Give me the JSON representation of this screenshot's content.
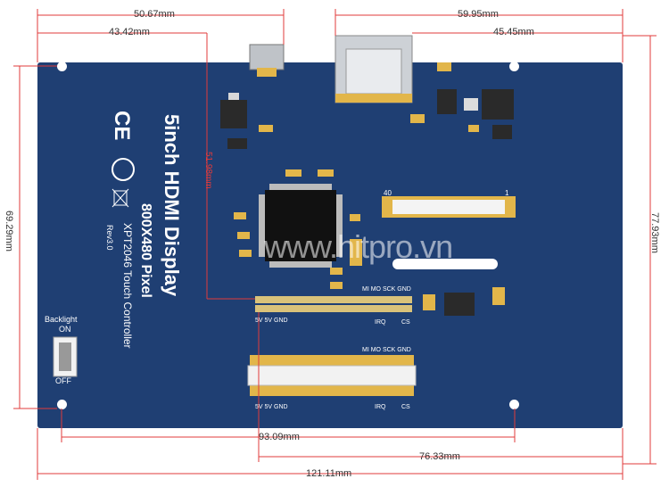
{
  "dimensions": {
    "top_50_67": "50.67mm",
    "top_43_42": "43.42mm",
    "top_59_95": "59.95mm",
    "top_45_45": "45.45mm",
    "left_69_29": "69.29mm",
    "right_77_93": "77.93mm",
    "inner_51_98": "51.98mm",
    "bottom_93_09": "93.09mm",
    "bottom_76_33": "76.33mm",
    "bottom_121_11": "121.11mm"
  },
  "board": {
    "title": "5inch HDMI Display",
    "resolution": "800X480 Pixel",
    "touch": "XPT2046 Touch Controller",
    "rev": "Rev3.0",
    "ce_mark": "CE",
    "backlight_label": "Backlight",
    "on_label": "ON",
    "off_label": "OFF",
    "fpc_40": "40",
    "fpc_1": "1",
    "watermark": "www.hitpro.vn"
  },
  "headers": {
    "top_signals": "MI MO SCK GND",
    "top_power": "5V  5V GND",
    "top_irq": "IRQ",
    "top_cs": "CS",
    "bottom_signals": "MI MO SCK GND",
    "bottom_power": "5V  5V GND",
    "bottom_irq": "IRQ",
    "bottom_cs": "CS"
  },
  "colors": {
    "pcb": "#1f3f73",
    "dimension_line": "#e23b3b",
    "gold": "#e2b64a"
  }
}
